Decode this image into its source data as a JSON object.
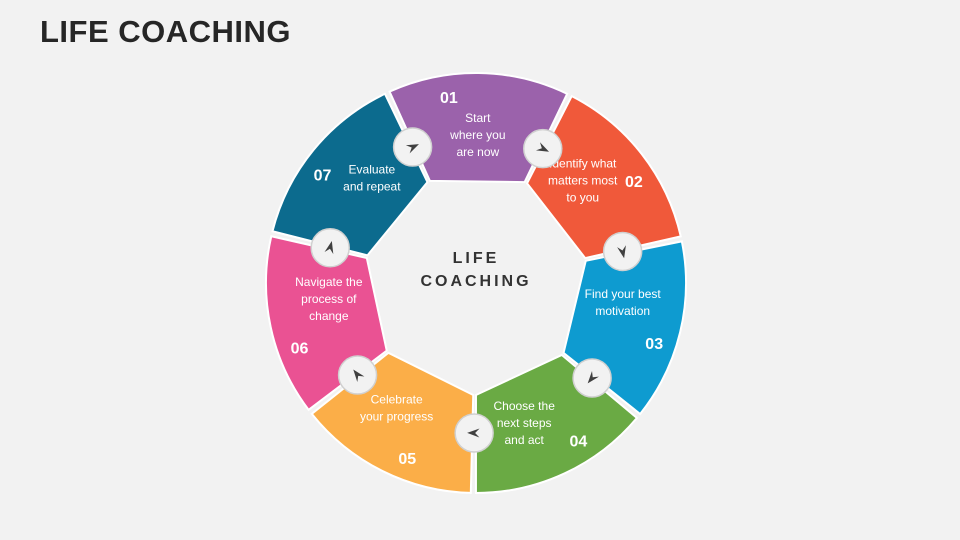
{
  "title": "LIFE COACHING",
  "center": {
    "line1": "LIFE",
    "line2": "COACHING"
  },
  "steps": [
    {
      "number": "01",
      "lines": [
        "Start",
        "where you",
        "are now"
      ],
      "color": "#9b62ab"
    },
    {
      "number": "02",
      "lines": [
        "Identify what",
        "matters most",
        "to you"
      ],
      "color": "#f0593a"
    },
    {
      "number": "03",
      "lines": [
        "Find your best",
        "motivation"
      ],
      "color": "#0e9bd0"
    },
    {
      "number": "04",
      "lines": [
        "Choose the",
        "next steps",
        "and act"
      ],
      "color": "#6aaa44"
    },
    {
      "number": "05",
      "lines": [
        "Celebrate",
        "your progress"
      ],
      "color": "#fbae48"
    },
    {
      "number": "06",
      "lines": [
        "Navigate the",
        "process of",
        "change"
      ],
      "color": "#ea5293"
    },
    {
      "number": "07",
      "lines": [
        "Evaluate",
        "and repeat"
      ],
      "color": "#0c6b8e"
    }
  ],
  "icons": {
    "connector": "chevron-arrow-icon"
  },
  "colors": {
    "connector_fill": "#f2f2f2",
    "connector_stroke": "#d0d0d0",
    "arrow": "#404040"
  }
}
